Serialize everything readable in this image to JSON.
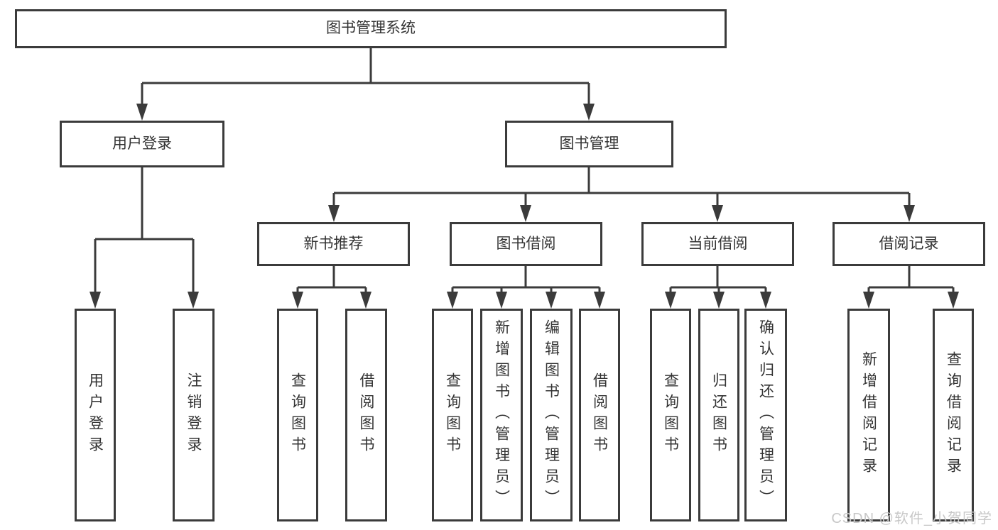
{
  "diagram": {
    "root": {
      "label": "图书管理系统"
    },
    "branches": [
      {
        "label": "用户登录",
        "children": [
          {
            "label": "用户登录"
          },
          {
            "label": "注销登录"
          }
        ]
      },
      {
        "label": "图书管理",
        "children": [
          {
            "label": "新书推荐",
            "children": [
              {
                "label": "查询图书"
              },
              {
                "label": "借阅图书"
              }
            ]
          },
          {
            "label": "图书借阅",
            "children": [
              {
                "label": "查询图书"
              },
              {
                "label": "新增图书（管理员）"
              },
              {
                "label": "编辑图书（管理员）"
              },
              {
                "label": "借阅图书"
              }
            ]
          },
          {
            "label": "当前借阅",
            "children": [
              {
                "label": "查询图书"
              },
              {
                "label": "归还图书"
              },
              {
                "label": "确认归还（管理员）"
              }
            ]
          },
          {
            "label": "借阅记录",
            "children": [
              {
                "label": "新增借阅记录"
              },
              {
                "label": "查询借阅记录"
              }
            ]
          }
        ]
      }
    ],
    "watermark": "CSDN @软件_小贺同学",
    "colors": {
      "line": "#3b3b3b",
      "text": "#333333",
      "watermark": "#c8c8c8",
      "background": "#ffffff"
    }
  }
}
